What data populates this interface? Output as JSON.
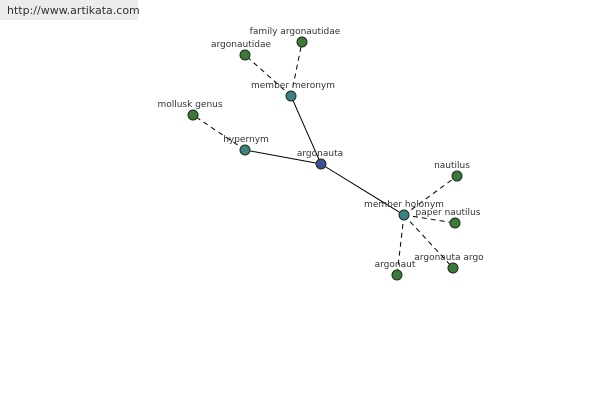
{
  "source_url": "http://www.artikata.com",
  "colors": {
    "center_node": "#3c4f8f",
    "relation_node": "#3c8080",
    "leaf_node": "#3c7a3c"
  },
  "nodes": {
    "argonauta": "argonauta",
    "member_meronym": "member meronym",
    "hypernym": "hypernym",
    "member_holonym": "member holonym",
    "family_argonautidae": "family argonautidae",
    "argonautidae": "argonautidae",
    "mollusk_genus": "mollusk genus",
    "nautilus": "nautilus",
    "paper_nautilus": "paper nautilus",
    "argonaut": "argonaut",
    "argonauta_argo": "argonauta argo"
  }
}
